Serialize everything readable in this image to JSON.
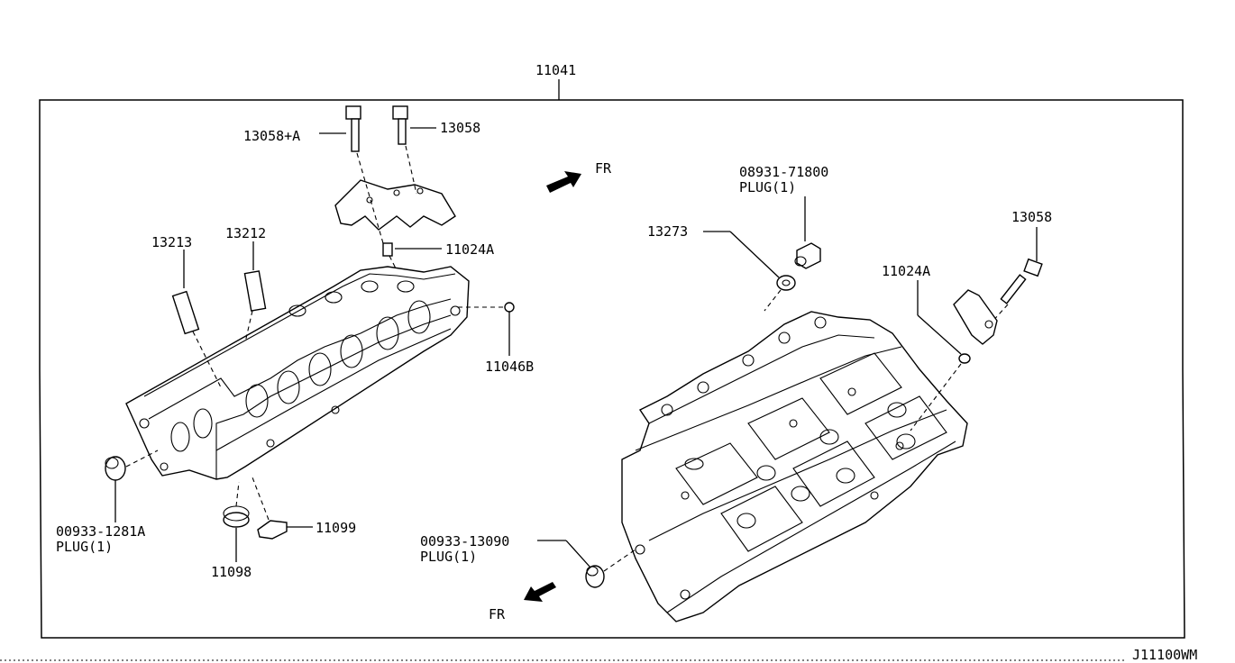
{
  "assembly_number": "11041",
  "direction_label": "FR",
  "drawing_code": "J11100WM",
  "callouts": {
    "bolt_a": "13058+A",
    "bolt_left": "13058",
    "bolt_right": "13058",
    "pin_13213": "13213",
    "pin_13212": "13212",
    "dowel_left": "11024A",
    "dowel_right": "11024A",
    "plug_11046b": "11046B",
    "plug_left_number": "00933-1281A",
    "plug_left_name": "PLUG(1)",
    "seal_11098": "11098",
    "seal_11099": "11099",
    "washer_13273": "13273",
    "plug_top_number": "08931-71800",
    "plug_top_name": "PLUG(1)",
    "plug_bottom_number": "00933-13090",
    "plug_bottom_name": "PLUG(1)"
  }
}
